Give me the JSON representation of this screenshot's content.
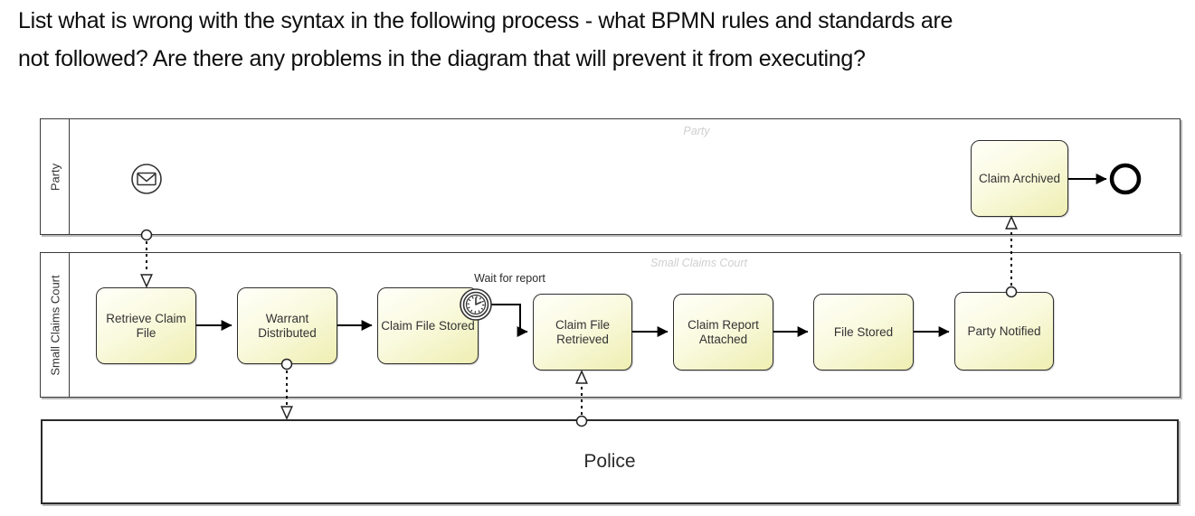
{
  "question": {
    "text": "List what is wrong with the syntax in the following process - what BPMN rules and standards are\nnot followed? Are there any problems in the diagram that will prevent it from executing?"
  },
  "pools": [
    {
      "id": "party",
      "label": "Party",
      "watermark": "Party"
    },
    {
      "id": "small-claims-court",
      "label": "Small Claims Court",
      "watermark": "Small Claims Court"
    },
    {
      "id": "police",
      "label": "Police"
    }
  ],
  "tasks": [
    {
      "id": "claim-archived",
      "label": "Claim Archived",
      "pool": "party"
    },
    {
      "id": "retrieve-claim-file",
      "label": "Retrieve Claim\nFile",
      "pool": "small-claims-court"
    },
    {
      "id": "warrant-distributed",
      "label": "Warrant\nDistributed",
      "pool": "small-claims-court"
    },
    {
      "id": "claim-file-stored",
      "label": "Claim File Stored",
      "pool": "small-claims-court"
    },
    {
      "id": "claim-file-retrieved",
      "label": "Claim File\nRetrieved",
      "pool": "small-claims-court"
    },
    {
      "id": "claim-report-attached",
      "label": "Claim Report\nAttached",
      "pool": "small-claims-court"
    },
    {
      "id": "file-stored",
      "label": "File Stored",
      "pool": "small-claims-court"
    },
    {
      "id": "party-notified",
      "label": "Party Notified",
      "pool": "small-claims-court"
    }
  ],
  "events": [
    {
      "id": "message-start-event",
      "type": "message",
      "icon": "envelope-icon",
      "pool": "party",
      "label": ""
    },
    {
      "id": "end-event",
      "type": "end",
      "pool": "party",
      "label": ""
    },
    {
      "id": "timer-boundary-event",
      "type": "timer",
      "icon": "clock-icon",
      "attached_to": "claim-file-stored",
      "label": "Wait for report"
    }
  ],
  "colors": {
    "task_fill_top": "#fffff8",
    "task_fill_bottom": "#eeeeb2",
    "task_border": "#2e2e2e",
    "pool_border": "#3a3a3a",
    "watermark": "#cfcfcf",
    "flow": "#000000",
    "text": "#333333"
  }
}
